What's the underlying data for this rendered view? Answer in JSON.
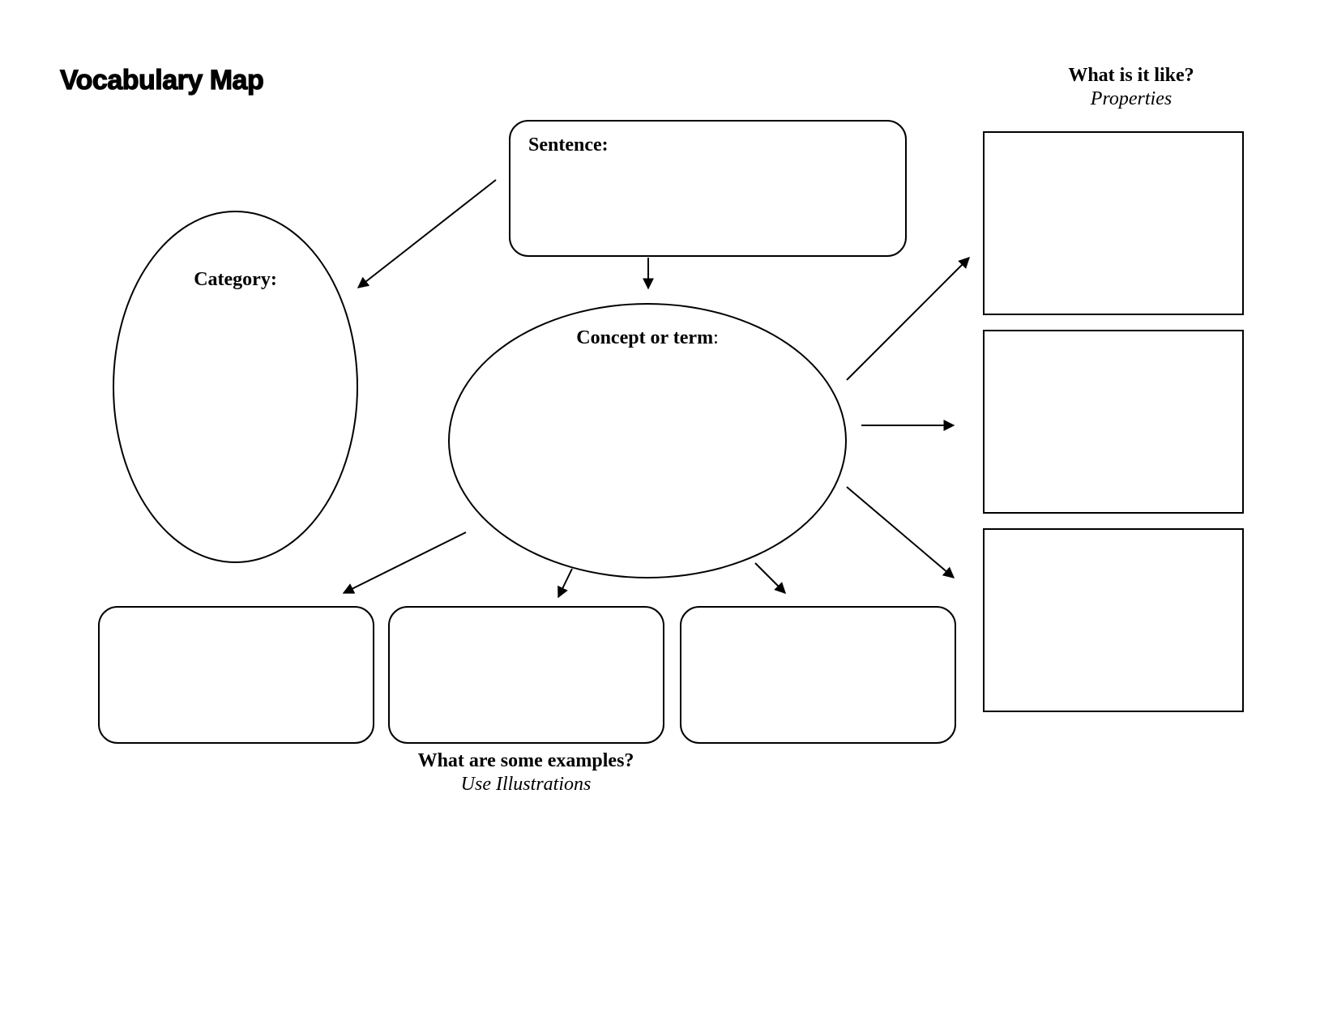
{
  "title": "Vocabulary Map",
  "sentence_label": "Sentence:",
  "category_label": "Category:",
  "concept": {
    "label": "Concept or term",
    "colon": ":"
  },
  "properties": {
    "heading": "What is it like?",
    "subheading": "Properties"
  },
  "examples": {
    "heading": "What are some examples?",
    "subheading": "Use Illustrations"
  }
}
